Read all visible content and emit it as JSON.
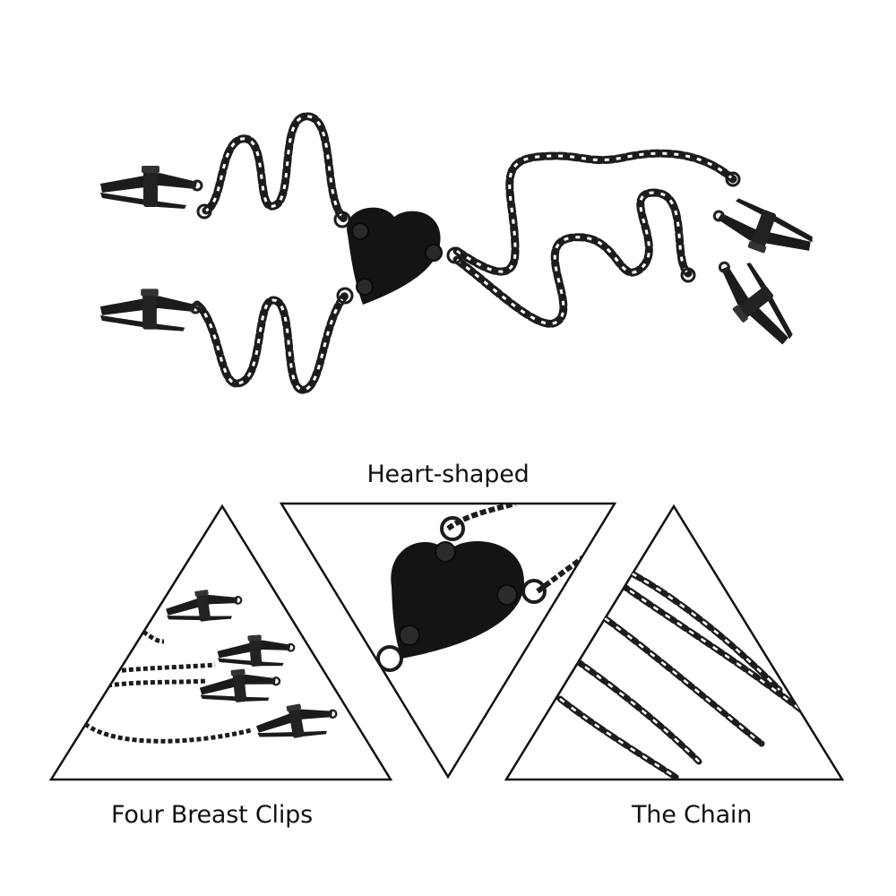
{
  "captions": {
    "heart": "Heart-shaped",
    "clips": "Four Breast Clips",
    "chain": "The Chain"
  },
  "colors": {
    "background": "#ffffff",
    "metal": "#1c1c1c",
    "frame": "#111111",
    "heart": "#141414"
  }
}
